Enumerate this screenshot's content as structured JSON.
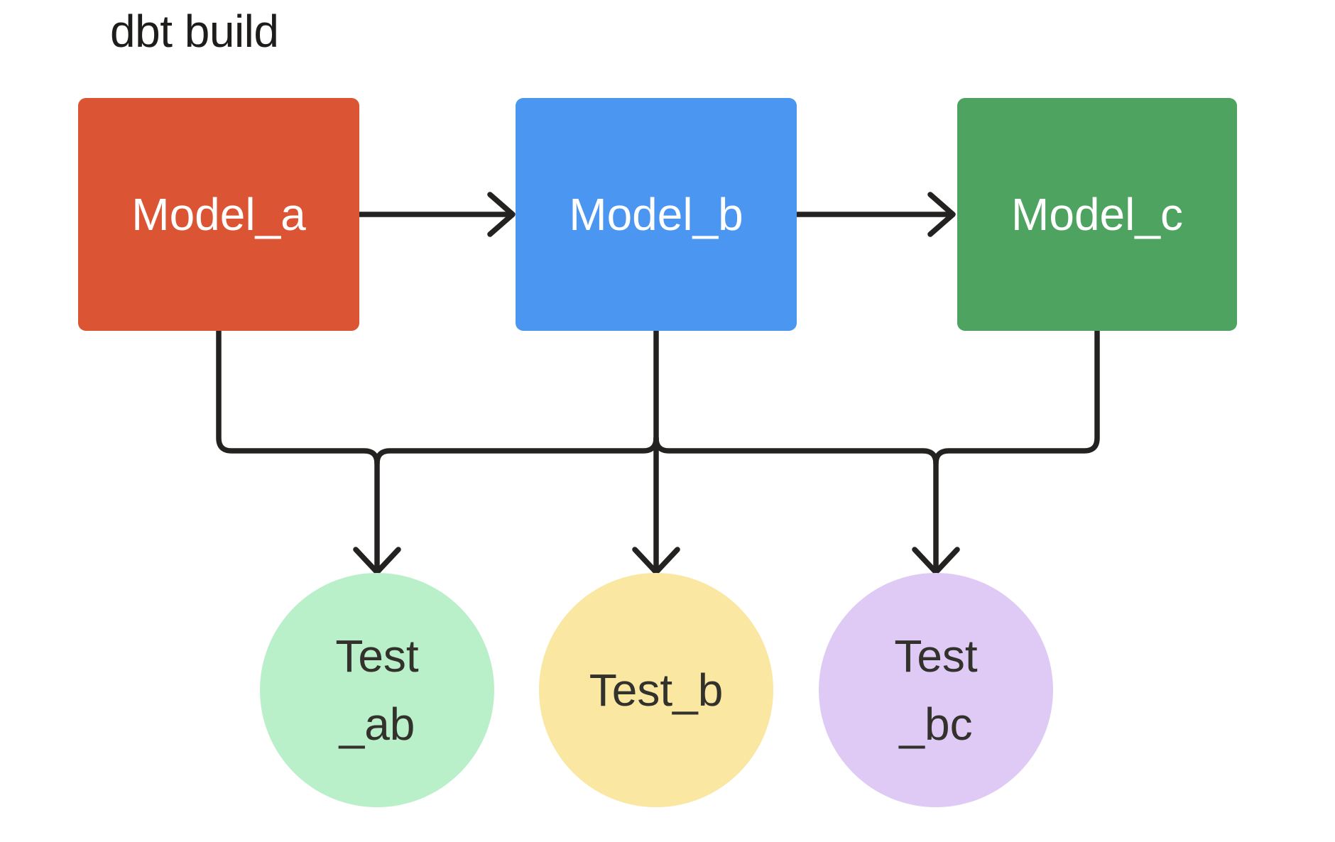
{
  "title": "dbt build",
  "colors": {
    "background": "#ffffff",
    "line": "#242220",
    "title_text": "#1e1d1b",
    "model_label_text": "#ffffff",
    "test_label_text": "#32312c"
  },
  "nodes": {
    "models": [
      {
        "id": "model-a",
        "label": "Model_a",
        "color": "#db5534",
        "shape": "rectangle"
      },
      {
        "id": "model-b",
        "label": "Model_b",
        "color": "#4a96f0",
        "shape": "rectangle"
      },
      {
        "id": "model-c",
        "label": "Model_c",
        "color": "#4da35f",
        "shape": "rectangle"
      }
    ],
    "tests": [
      {
        "id": "test-ab",
        "label": "Test\n_ab",
        "color": "#b9f0c9",
        "shape": "circle"
      },
      {
        "id": "test-b",
        "label": "Test_b",
        "color": "#f9e7a2",
        "shape": "circle"
      },
      {
        "id": "test-bc",
        "label": "Test\n_bc",
        "color": "#decaf5",
        "shape": "circle"
      }
    ]
  },
  "edges": [
    "Model_a → Model_b",
    "Model_b → Model_c",
    "Model_a ↓ shared bus",
    "Model_b ↓ shared bus",
    "Model_c ↓ shared bus",
    "bus → Test_ab",
    "bus → Test_b",
    "bus → Test_bc"
  ]
}
